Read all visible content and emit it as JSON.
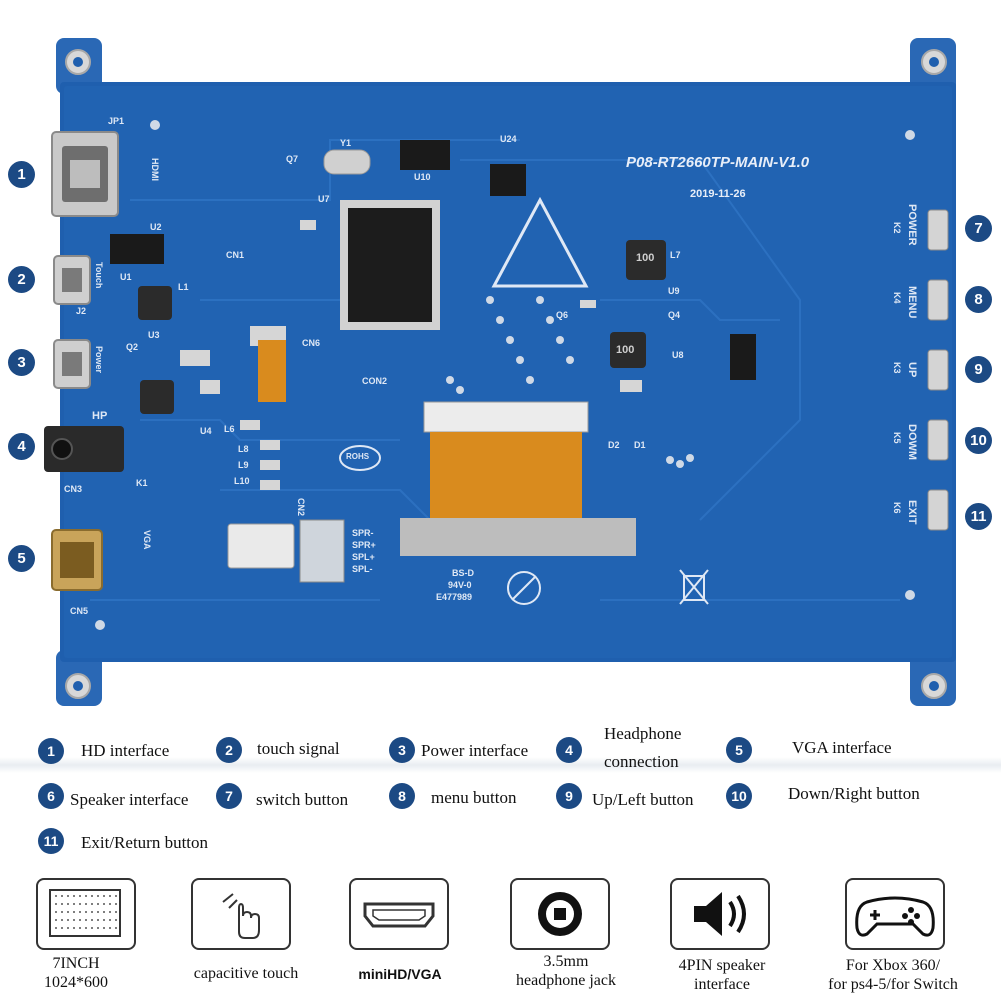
{
  "board": {
    "title": "P08-RT2660TP-MAIN-V1.0",
    "date": "2019-11-26",
    "labels": {
      "jp1": "JP1",
      "hdmi": "HDMI",
      "u2": "U2",
      "cn1": "CN1",
      "u1": "U1",
      "l1": "L1",
      "touch": "Touch",
      "j2": "J2",
      "u3": "U3",
      "q2": "Q2",
      "power": "Power",
      "hp": "HP",
      "cn3": "CN3",
      "k1": "K1",
      "vga": "VGA",
      "cn5": "CN5",
      "cn6": "CN6",
      "q7": "Q7",
      "y1": "Y1",
      "u7": "U7",
      "u10": "U10",
      "u24": "U24",
      "u9": "U9",
      "l7": "L7",
      "q6": "Q6",
      "q4": "Q4",
      "u8": "U8",
      "d2": "D2",
      "d1": "D1",
      "cn2": "CN2",
      "con2": "CON2",
      "rohs": "ROHS",
      "u4": "U4",
      "l6": "L6",
      "l8": "L8",
      "l9": "L9",
      "l10": "L10",
      "spr": "SPR-",
      "sprp": "SPR+",
      "splp": "SPL+",
      "spl": "SPL-",
      "bs": "BS-D",
      "v0": "94V-0",
      "e": "E477989",
      "k2": "K2",
      "k4": "K4",
      "k3": "K3",
      "k5": "K5",
      "k6": "K6",
      "btn_power": "POWER",
      "btn_menu": "MENU",
      "btn_up": "UP",
      "btn_down": "DOWM",
      "btn_exit": "EXIT",
      "ic_mark": "100",
      "ic_mark2": "100"
    },
    "callouts": [
      "1",
      "2",
      "3",
      "4",
      "5",
      "7",
      "8",
      "9",
      "10",
      "11"
    ]
  },
  "legend": [
    {
      "num": "1",
      "label": "HD interface"
    },
    {
      "num": "2",
      "label": "touch signal"
    },
    {
      "num": "3",
      "label": "Power interface"
    },
    {
      "num": "4",
      "label": "Headphone connection"
    },
    {
      "num": "5",
      "label": "VGA interface"
    },
    {
      "num": "6",
      "label": "Speaker interface"
    },
    {
      "num": "7",
      "label": "switch button"
    },
    {
      "num": "8",
      "label": "menu button"
    },
    {
      "num": "9",
      "label": "Up/Left button"
    },
    {
      "num": "10",
      "label": "Down/Right button"
    },
    {
      "num": "11",
      "label": "Exit/Return button"
    }
  ],
  "features": [
    {
      "icon": "screen-grid-icon",
      "label_line1": "7INCH",
      "label_line2": "1024*600"
    },
    {
      "icon": "touch-hand-icon",
      "label_line1": "capacitive touch",
      "label_line2": ""
    },
    {
      "icon": "hdmi-port-icon",
      "label_line1": "miniHD/VGA",
      "label_line2": ""
    },
    {
      "icon": "headphone-jack-icon",
      "label_line1": "3.5mm",
      "label_line2": "headphone jack"
    },
    {
      "icon": "speaker-icon",
      "label_line1": "4PIN speaker",
      "label_line2": "interface"
    },
    {
      "icon": "gamepad-icon",
      "label_line1": "For Xbox 360/",
      "label_line2": "for ps4-5/for Switch"
    }
  ],
  "colors": {
    "pcb": "#1f5fae",
    "badge": "#1c4a84",
    "flex": "#d98b1e"
  }
}
